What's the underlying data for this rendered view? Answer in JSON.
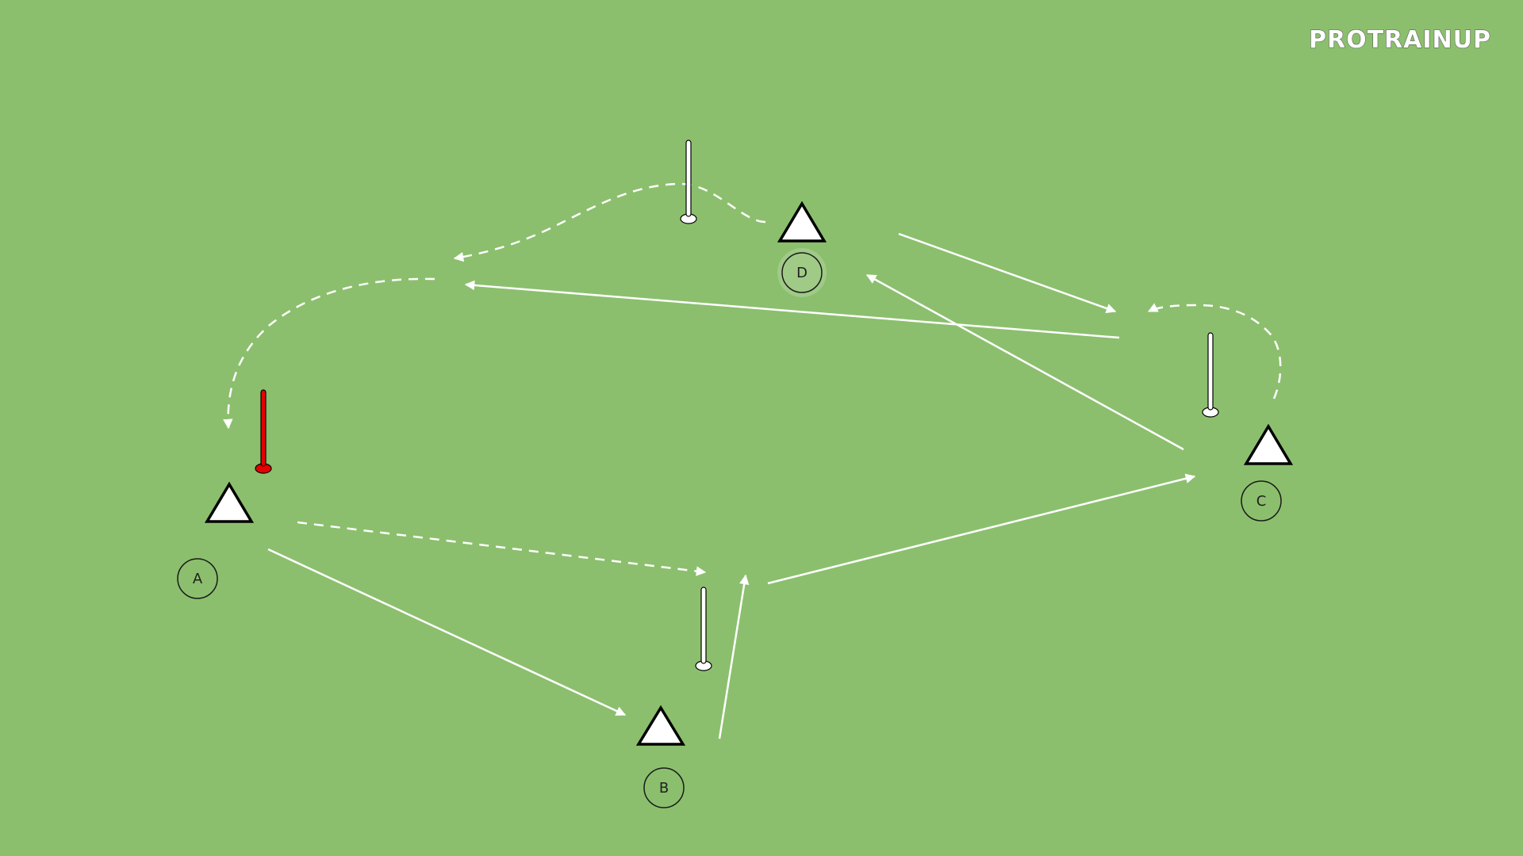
{
  "brand": {
    "text": "PROTRAINUP"
  },
  "players": [
    {
      "label": "A"
    },
    {
      "label": "B"
    },
    {
      "label": "C"
    },
    {
      "label": "D",
      "highlighted": true
    }
  ],
  "colors": {
    "field": "#8bbf6d",
    "line": "#ffffff",
    "pole_white": "#ffffff",
    "pole_red": "#e60000",
    "cone": "#ffffff",
    "outline": "#000000"
  }
}
